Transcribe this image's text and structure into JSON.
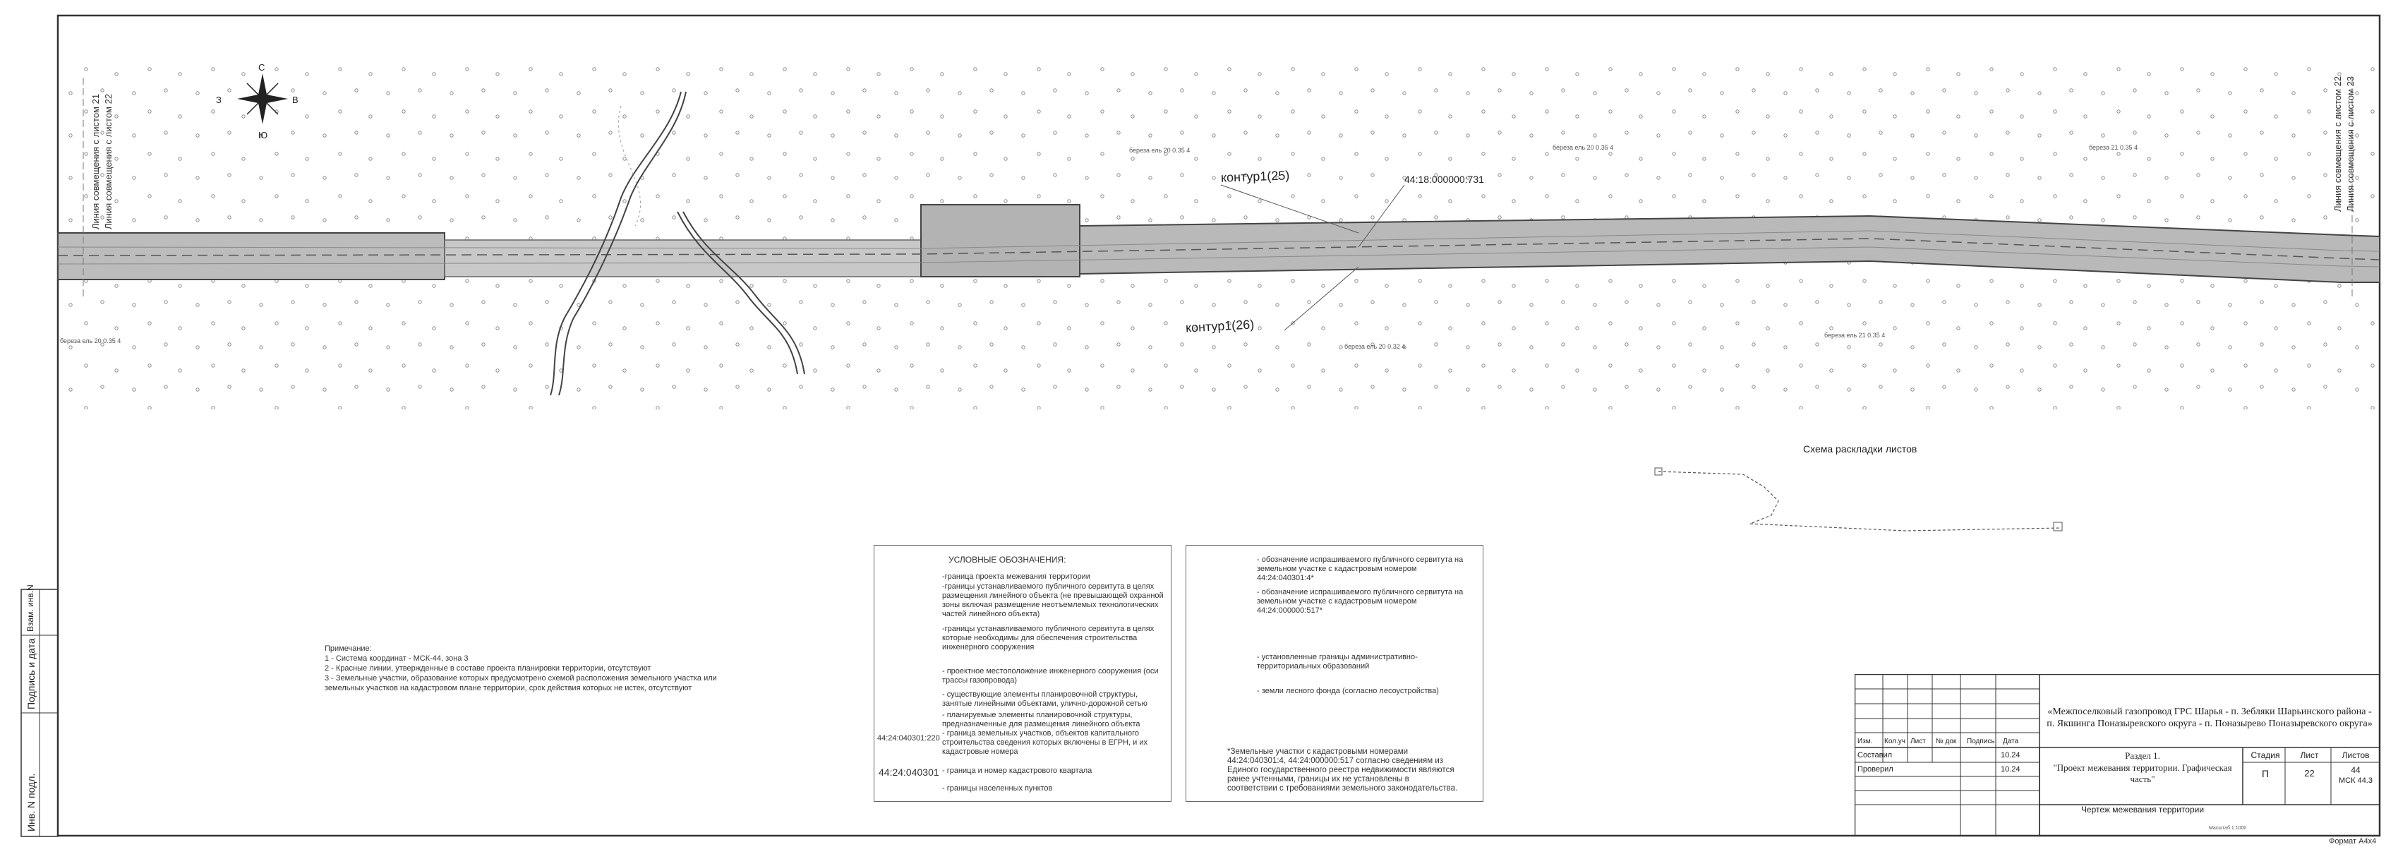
{
  "map": {
    "contour_25": "контур1(25)",
    "contour_26": "контур1(26)",
    "cadastral_parcel": "44:18:000000:731",
    "sheet_join_left_1": "Линия совмещения с листом 21",
    "sheet_join_left_2": "Линия совмещения с листом 22",
    "sheet_join_right_1": "Линия совмещения с листом 22",
    "sheet_join_right_2": "Линия совмещения с листом 23",
    "layout_scheme_title": "Схема раскладки листов",
    "compass": {
      "n": "С",
      "s": "Ю",
      "w": "З",
      "e": "В"
    },
    "forest_labels": [
      {
        "species": "береза ель",
        "value": "20 0.35",
        "count": "4"
      },
      {
        "species": "береза ель",
        "value": "20 0.35",
        "count": "4"
      },
      {
        "species": "береза",
        "value": "21 0.35",
        "count": "4"
      },
      {
        "species": "береза ель",
        "value": "20 0.32",
        "count": "4"
      },
      {
        "species": "береза ель",
        "value": "21 0.35",
        "count": "4"
      },
      {
        "species": "береза ель",
        "value": "20 0.35",
        "count": "4"
      }
    ]
  },
  "notes": {
    "title": "Примечание:",
    "line1": "1 - Система координат - МСК-44, зона 3",
    "line2": "2 - Красные линии, утвержденные в составе проекта планировки территории, отсутствуют",
    "line3": "3 - Земельные участки, образование которых предусмотрено схемой расположения земельного участка или",
    "line4": "земельных участков на кадастровом плане территории, срок действия которых не истек, отсутствуют"
  },
  "legend": {
    "title": "УСЛОВНЫЕ ОБОЗНАЧЕНИЯ:",
    "items": [
      "-граница проекта межевания территории",
      "-границы устанавливаемого публичного сервитута в целях размещения линейного объекта (не превышающей охранной зоны включая размещение неотъемлемых технологических частей линейного объекта)",
      "-границы устанавливаемого публичного сервитута в целях которые необходимы для обеспечения строительства инженерного сооружения",
      "- проектное местоположение инженерного сооружения (оси трассы газопровода)",
      "- существующие элементы планировочной структуры, занятые линейными объектами, улично-дорожной сетью",
      "- планируемые элементы планировочной структуры, предназначенные для размещения линейного объекта",
      "- граница земельных участков, объектов капитального строительства сведения которых включены в ЕГРН, и их кадастровые номера",
      "- граница и номер кадастрового квартала",
      "- границы населенных пунктов"
    ],
    "sample_parcel": "44:24:040301:220",
    "sample_quarter": "44:24:040301",
    "items2": [
      "- обозначение испрашиваемого публичного сервитута на земельном участке с кадастровым номером 44:24:040301:4*",
      "- обозначение испрашиваемого публичного сервитута на земельном участке с кадастровым номером 44:24:000000:517*",
      "- установленные границы административно-территориальных образований",
      "- земли лесного фонда (согласно лесоустройства)"
    ],
    "footnote": "*Земельные участки с кадастровыми номерами 44:24:040301:4, 44:24:000000:517 согласно сведениям из Единого государственного реестра недвижимости являются ранее учтенными, границы их не установлены в соответствии с требованиями земельного законодательства."
  },
  "stamp": {
    "project": "«Межпоселковый газопровод ГРС Шарья - п. Зебляки Шарьинского района - п. Якшинга Поназыревского округа - п. Поназырево Поназыревского округа»",
    "section": "Раздел 1.",
    "section_title": "\"Проект межевания территории. Графическая часть\"",
    "drawing": "Чертеж межевания территории",
    "scale": "Масштаб 1:1000",
    "h_izm": "Изм.",
    "h_kol": "Кол.уч",
    "h_list": "Лист",
    "h_doc": "№ док",
    "h_sign": "Подпись",
    "h_date": "Дата",
    "role1": "Составил",
    "date1": "10.24",
    "role2": "Проверил",
    "date2": "10.24",
    "stage_h": "Стадия",
    "stage": "П",
    "sheet_h": "Лист",
    "sheet": "22",
    "sheets_h": "Листов",
    "sheets": "44",
    "msk": "МСК 44.3",
    "format": "Формат А4х4"
  },
  "side": {
    "inv_n": "Инв. N подл.",
    "sign_date": "Подпись и дата",
    "inv_vz": "Взам. инв.N"
  }
}
